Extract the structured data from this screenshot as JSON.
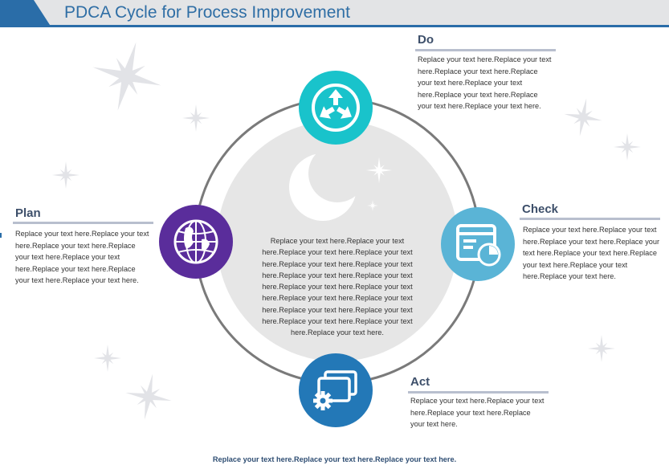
{
  "header": {
    "title": "PDCA Cycle for Process Improvement"
  },
  "colors": {
    "header_band": "#e3e4e6",
    "accent": "#2a6da8",
    "ring": "#7a7a7a",
    "center_fill": "#e6e6e6",
    "do": "#19c3cb",
    "check": "#5ab4d6",
    "act": "#2378b7",
    "plan": "#5a2d9b"
  },
  "sections": {
    "do": {
      "title": "Do",
      "body": "Replace your text here.Replace your text here.Replace your text here.Replace your text here.Replace your text here.Replace your text here.Replace your text here.Replace your text here.",
      "icon": "arrows-outward-icon"
    },
    "check": {
      "title": "Check",
      "body": "Replace your text here.Replace your text here.Replace your text here.Replace your text here.Replace your text here.Replace your text here.Replace your text here.Replace your text here.",
      "icon": "dashboard-window-icon"
    },
    "act": {
      "title": "Act",
      "body": "Replace your text here.Replace your text here.Replace your text here.Replace your text here.",
      "icon": "windows-gear-icon"
    },
    "plan": {
      "title": "Plan",
      "body": "Replace your text here.Replace your text here.Replace your text here.Replace your text here.Replace your text here.Replace your text here.Replace your text here.Replace your text here.",
      "icon": "globe-icon"
    }
  },
  "center": {
    "text": "Replace your text here.Replace your text here.Replace your text here.Replace your text here.Replace your text here.Replace your text here.Replace your text here.Replace your text here.Replace your text here.Replace your text here.Replace your text here.Replace your text here.Replace your text here.Replace your text here.Replace your text here.Replace your text here.Replace your text here."
  },
  "footer": {
    "text": "Replace your text here.Replace your text here.Replace your text here."
  }
}
